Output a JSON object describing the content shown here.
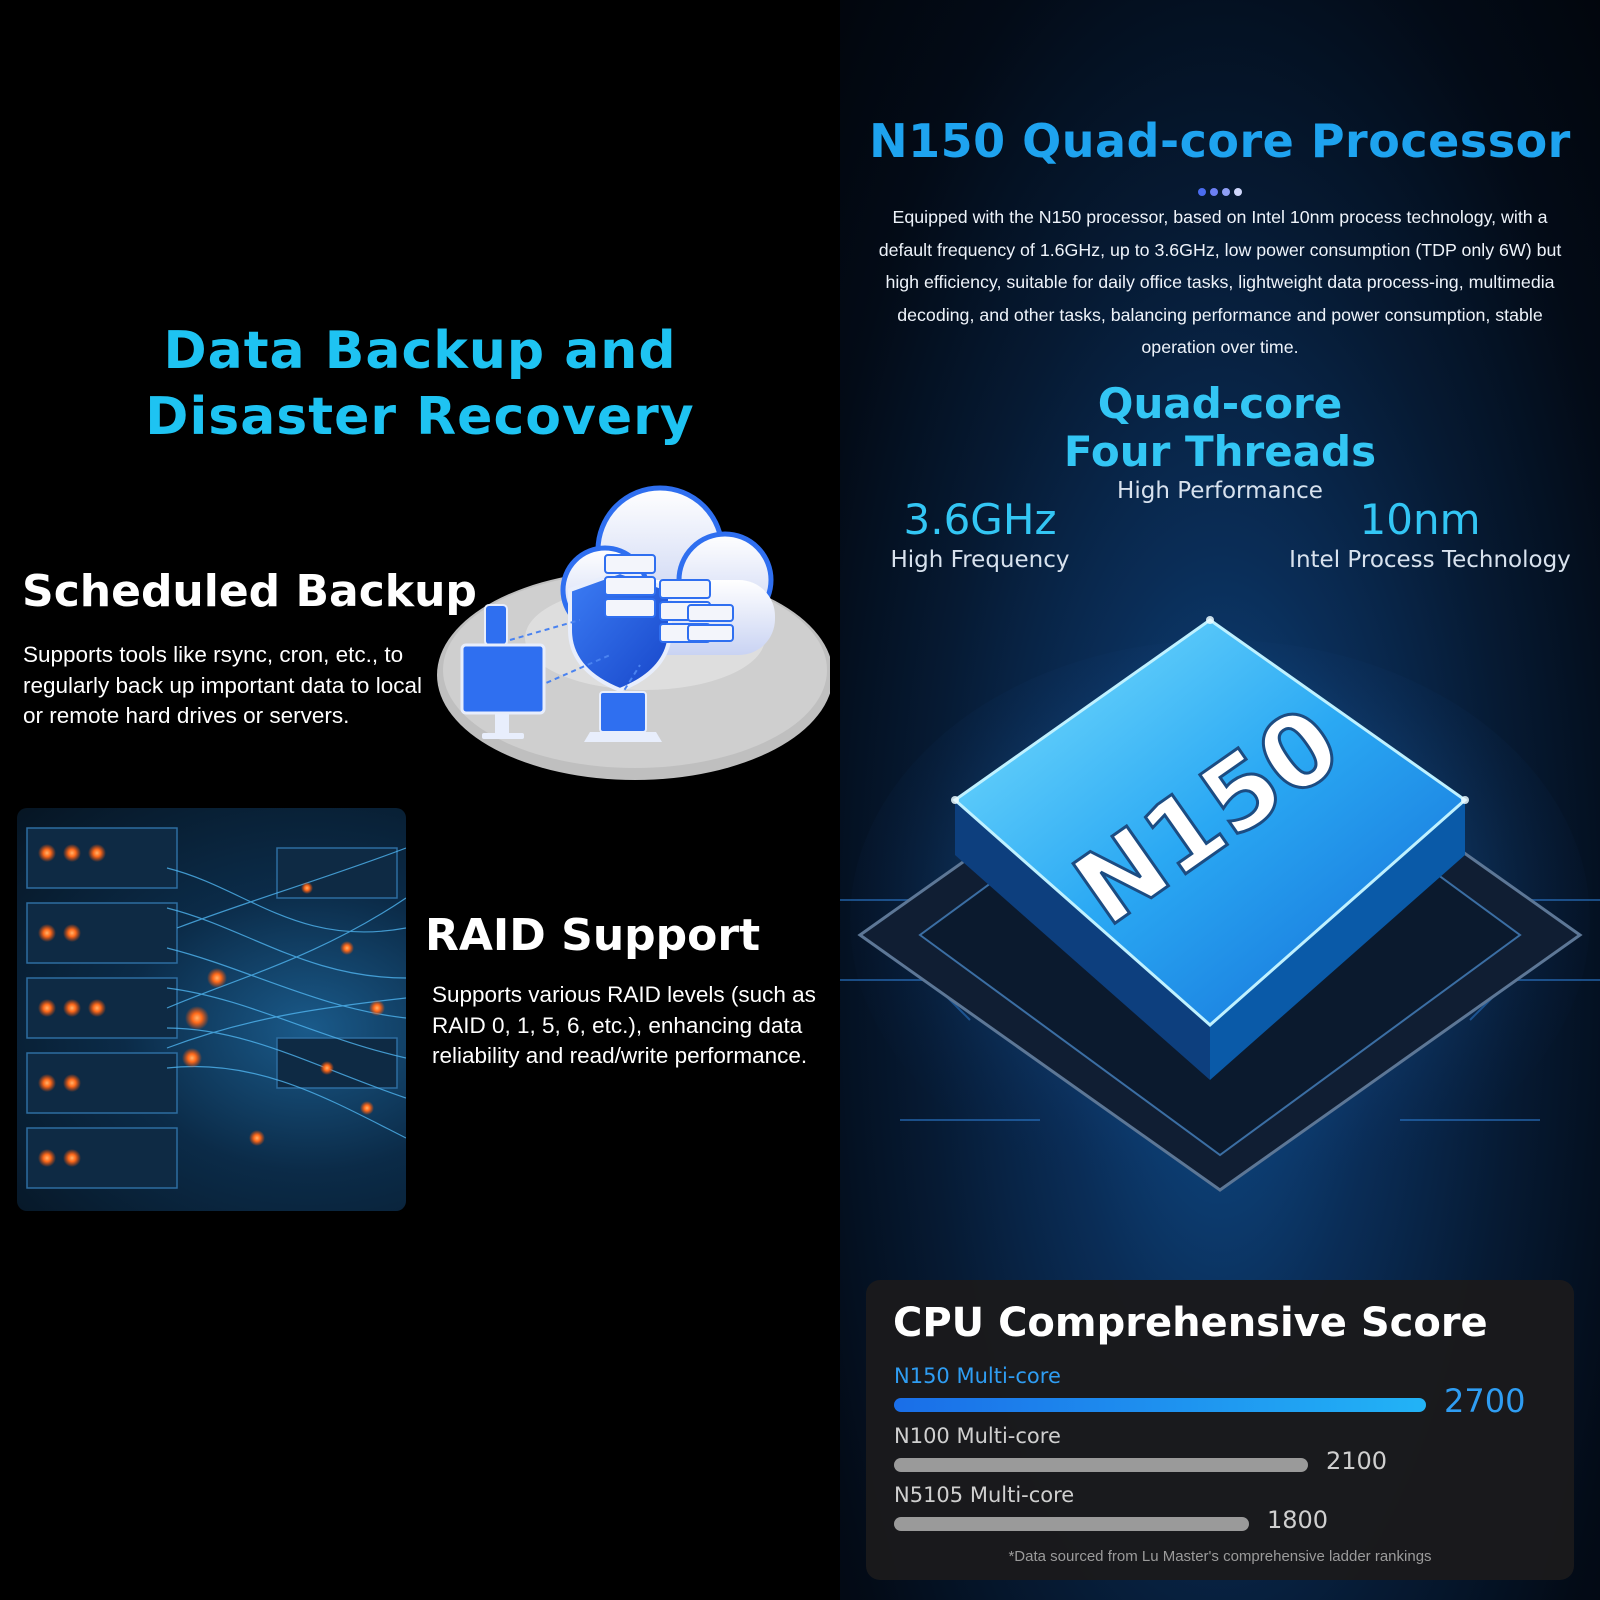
{
  "left": {
    "title_lines": [
      "Data Backup and",
      "Disaster Recovery"
    ],
    "scheduled_backup": {
      "title": "Scheduled Backup",
      "text": "Supports tools like rsync, cron, etc., to regularly back up important data to local or remote hard drives or servers."
    },
    "raid": {
      "title": "RAID Support",
      "text": "Supports various RAID levels (such as RAID 0, 1, 5, 6, etc.), enhancing data reliability and read/write performance."
    }
  },
  "right": {
    "title": "N150 Quad-core Processor",
    "description": "Equipped with the N150 processor, based on Intel 10nm process technology, with a default frequency of 1.6GHz, up to 3.6GHz, low power consumption (TDP only 6W) but high efficiency, suitable for daily office tasks, lightweight data process-ing, multimedia decoding, and other tasks, balancing performance and power consumption, stable operation over time.",
    "quad_lines": [
      "Quad-core",
      "Four Threads"
    ],
    "quad_sub": "High Performance",
    "freq_value": "3.6GHz",
    "freq_label": "High Frequency",
    "process_value": "10nm",
    "process_label": "Intel Process Technology",
    "chip_label": "N150"
  },
  "score_card": {
    "title": "CPU Comprehensive Score",
    "max": 2700,
    "items": [
      {
        "label": "N150 Multi-core",
        "value": 2700,
        "display": "2700",
        "highlight": true
      },
      {
        "label": "N100 Multi-core",
        "value": 2100,
        "display": "2100",
        "highlight": false
      },
      {
        "label": "N5105 Multi-core",
        "value": 1800,
        "display": "1800",
        "highlight": false
      }
    ],
    "footnote": "*Data sourced from Lu Master's comprehensive ladder rankings"
  },
  "colors": {
    "accent_cyan": "#1ec3f2",
    "accent_blue": "#1ea3ef",
    "bar_highlight": "#1f8cf0",
    "bar_gray": "#9a9a9a"
  }
}
